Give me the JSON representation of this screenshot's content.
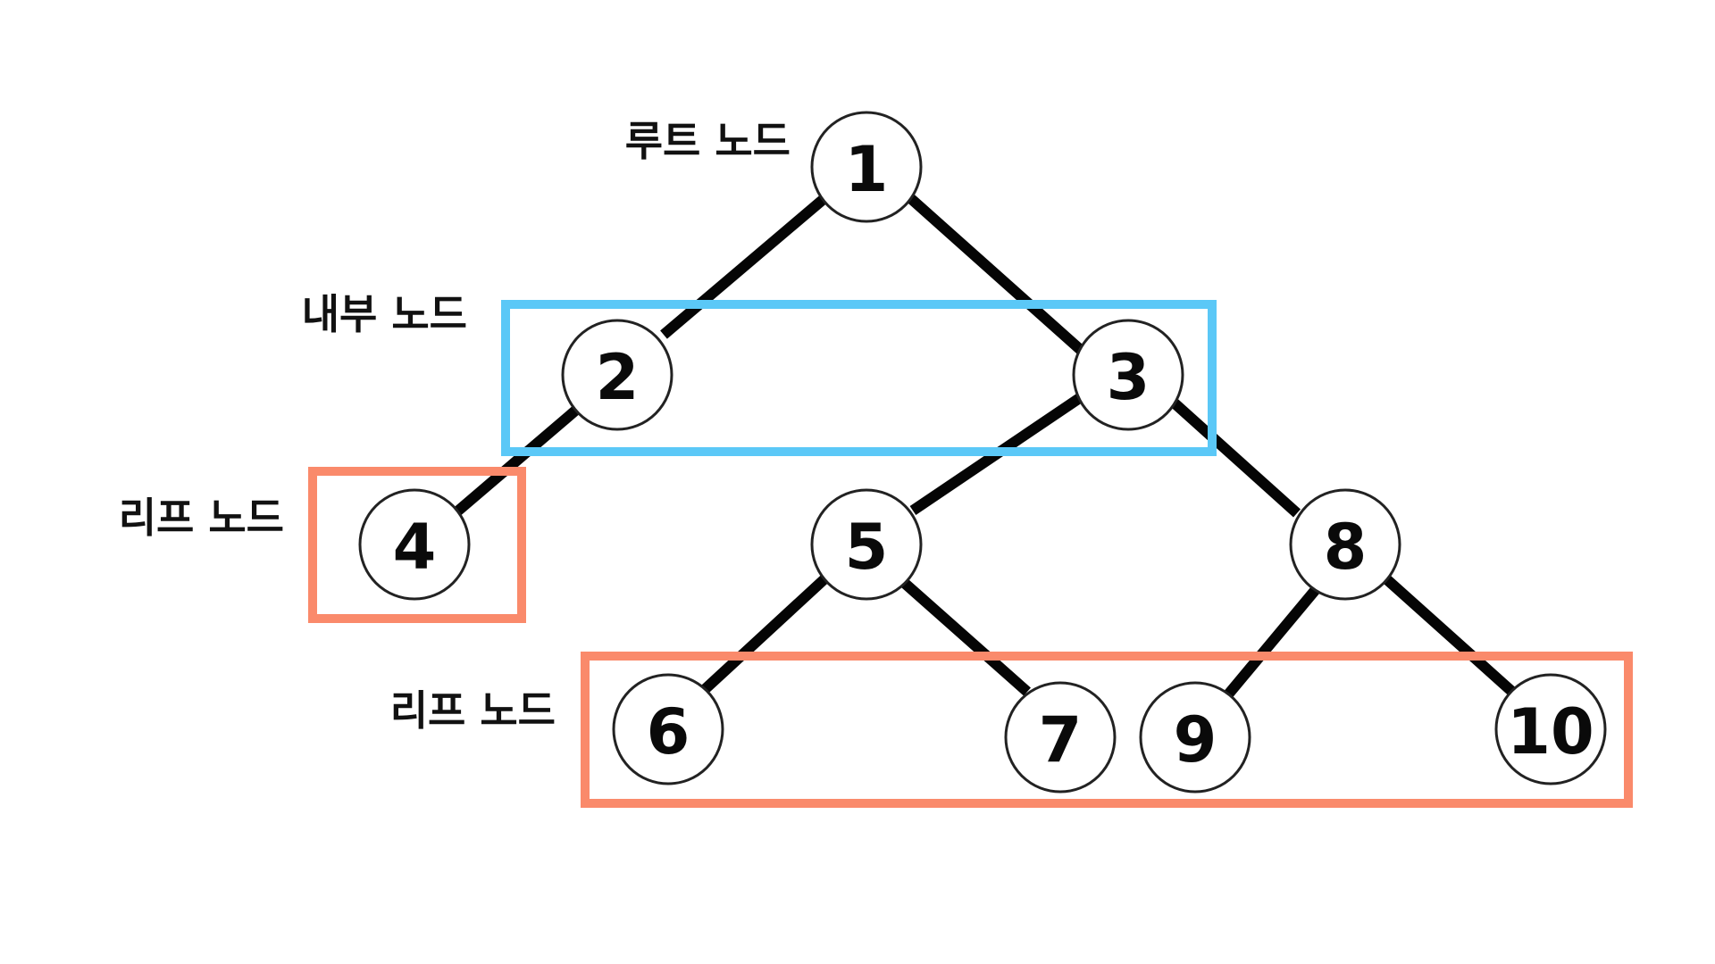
{
  "labels": {
    "root": "루트 노드",
    "internal": "내부 노드",
    "leaf_upper": "리프 노드",
    "leaf_lower": "리프 노드"
  },
  "nodes": {
    "n1": "1",
    "n2": "2",
    "n3": "3",
    "n4": "4",
    "n5": "5",
    "n6": "6",
    "n7": "7",
    "n8": "8",
    "n9": "9",
    "n10": "10"
  },
  "colors": {
    "internal_box": "#5bc8f7",
    "leaf_box": "#fa8a6b",
    "edge": "#050505"
  }
}
